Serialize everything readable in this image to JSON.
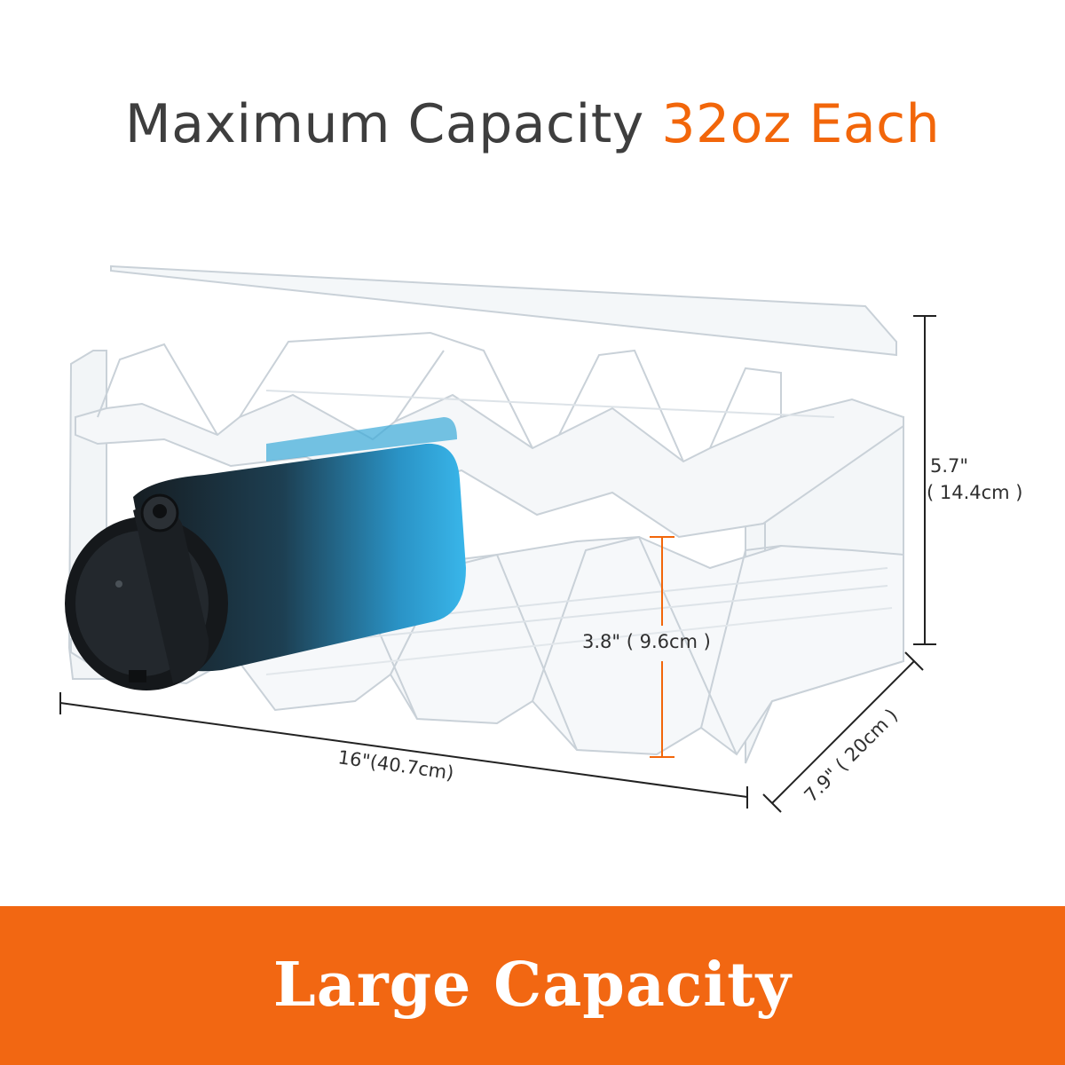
{
  "heading": {
    "main": "Maximum Capacity",
    "accent": "32oz Each"
  },
  "dimensions": {
    "length": "16\"(40.7cm)",
    "height_in": "5.7\"",
    "height_cm": "( 14.4cm )",
    "depth": "7.9\" ( 20cm )",
    "shelf_gap": "3.8\" ( 9.6cm )"
  },
  "banner": {
    "label": "Large Capacity"
  },
  "colors": {
    "accent": "#f2660a",
    "banner": "#f26712",
    "text": "#3e3e3e"
  }
}
